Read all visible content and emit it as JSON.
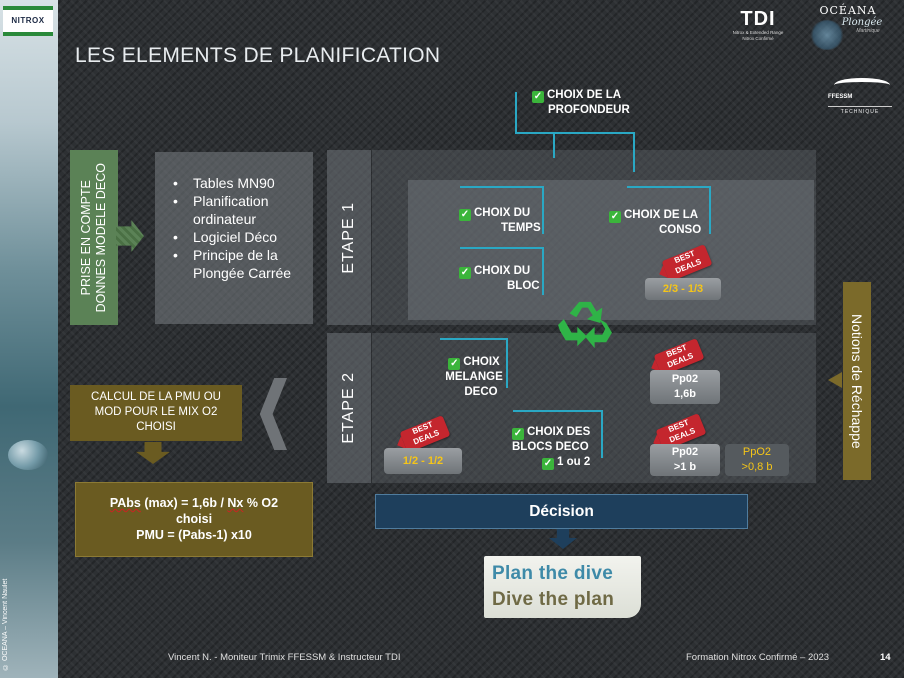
{
  "header": {
    "title": "LES ELEMENTS DE PLANIFICATION",
    "nitrox_badge": "NITROX",
    "logos": {
      "tdi": "TDI",
      "tdi_sub": "Nitrox & Extended Range",
      "tdi_sub2": "Nitrox Confirmé",
      "oceana": "OCÉANA",
      "plongee": "Plongée",
      "martinique": "Martinique",
      "ffessm": "FFESSM",
      "technique": "TECHNIQUE"
    }
  },
  "left_column": {
    "prise_line1": "PRISE EN COMPTE",
    "prise_line2": "DONNES MODELE DECO",
    "list": [
      "Tables MN90",
      "Planification ordinateur",
      "Logiciel Déco",
      "Principe de la Plongée Carrée"
    ]
  },
  "top_choice": {
    "line1": "CHOIX DE LA",
    "line2": "PROFONDEUR"
  },
  "etape1": {
    "label": "ETAPE 1",
    "temps_l1": "CHOIX DU",
    "temps_l2": "TEMPS",
    "conso_l1": "CHOIX DE LA",
    "conso_l2": "CONSO",
    "bloc_l1": "CHOIX DU",
    "bloc_l2": "BLOC",
    "ratio": "2/3  - 1/3"
  },
  "etape2": {
    "label": "ETAPE 2",
    "melange_l1": "CHOIX",
    "melange_l2": "MELANGE",
    "melange_l3": "DECO",
    "blocs_l1": "CHOIX DES",
    "blocs_l2": "BLOCS DECO",
    "blocs_l3": "1 ou 2",
    "ratio": "1/2  - 1/2",
    "ppo2_1_l1": "Pp02",
    "ppo2_1_l2": "1,6b",
    "ppo2_2_l1": "Pp02",
    "ppo2_2_l2": ">1 b",
    "ppo2_3_l1": "PpO2",
    "ppo2_3_l2": ">0,8 b"
  },
  "deal_tag": {
    "line1": "BEST",
    "line2": "DEALS"
  },
  "notions": "Notions de Réchappe",
  "calcul": {
    "line1": "CALCUL DE LA PMU OU",
    "line2": "MOD POUR LE MIX O2",
    "line3": "CHOISI"
  },
  "formula": {
    "pabs": "PAbs",
    "rest1": " (max) = 1,6b / ",
    "nx": "Nx",
    "rest2": " % O2",
    "line2": "choisi",
    "line3": "PMU = (Pabs-1) x10"
  },
  "decision": "Décision",
  "plan": {
    "line1": "Plan the dive",
    "line2": "Dive the plan"
  },
  "footer": {
    "left": "Vincent N. - Moniteur Trimix FFESSM & Instructeur TDI",
    "right": "Formation Nitrox Confirmé – 2023",
    "page": "14",
    "copyright": "© OCEANA – Vincent Naulet"
  },
  "colors": {
    "background": "#2d3033",
    "green_box": "#5b8256",
    "olive_box": "#6a5b21",
    "connector": "#2aa8c4",
    "decision": "#1e3f5c",
    "ppo2_yellow": "#f5c518",
    "deal_red": "#c4262e"
  }
}
